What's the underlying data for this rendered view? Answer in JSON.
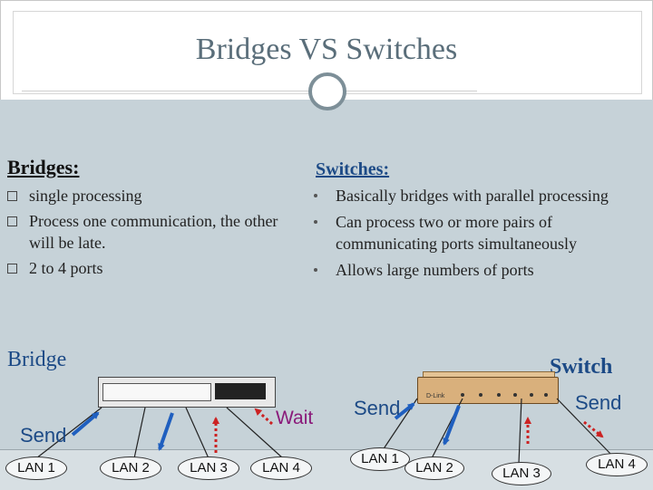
{
  "title": "Bridges VS Switches",
  "bridges": {
    "heading": "Bridges",
    "colon": ":",
    "items": [
      "single processing",
      "Process one communication, the other will be late.",
      "2 to 4 ports"
    ]
  },
  "switches": {
    "heading": "Switches:",
    "items": [
      "Basically bridges with parallel processing",
      "Can process two or more pairs of communicating ports simultaneously",
      "Allows large numbers of ports"
    ]
  },
  "diagram": {
    "bridge_label": "Bridge",
    "switch_label": "Switch",
    "send_label": "Send",
    "wait_label": "Wait",
    "switch_brand": "D-Link",
    "bridge_lans": [
      "LAN 1",
      "LAN 2",
      "LAN 3",
      "LAN 4"
    ],
    "switch_lans": [
      "LAN 1",
      "LAN 2",
      "LAN 3",
      "LAN 4"
    ]
  },
  "colors": {
    "accent": "#1c4a86",
    "wait": "#8a1a7a",
    "blocked_arrow": "#cc2222",
    "send_arrow": "#1f5fbf"
  }
}
